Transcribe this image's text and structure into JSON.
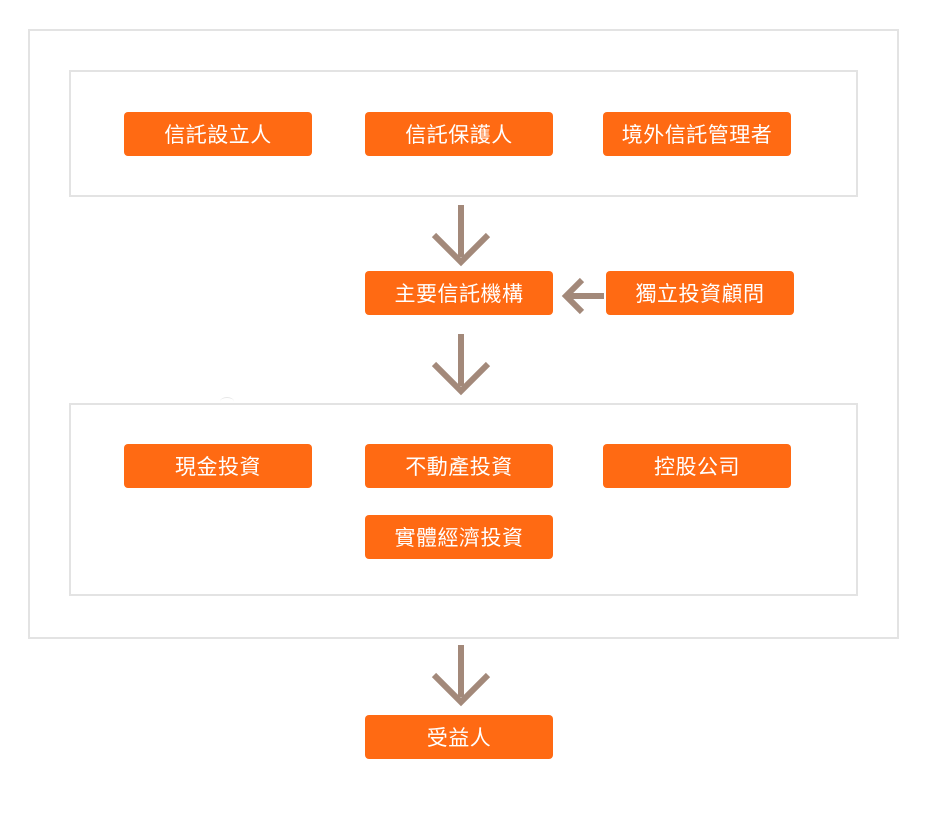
{
  "settlor_group": {
    "settlor": "信託設立人",
    "protector": "信託保護人",
    "offshore_manager": "境外信託管理者"
  },
  "main_trustee": "主要信託機構",
  "independent_advisor": "獨立投資顧問",
  "investments": {
    "cash": "現金投資",
    "real_estate": "不動產投資",
    "holding_company": "控股公司",
    "real_economy": "實體經濟投資"
  },
  "beneficiary": "受益人",
  "colors": {
    "box_fill": "#ff6a13",
    "box_text": "#ffffff",
    "arrow": "#a3897a",
    "frame_border": "#e3e3e3"
  }
}
